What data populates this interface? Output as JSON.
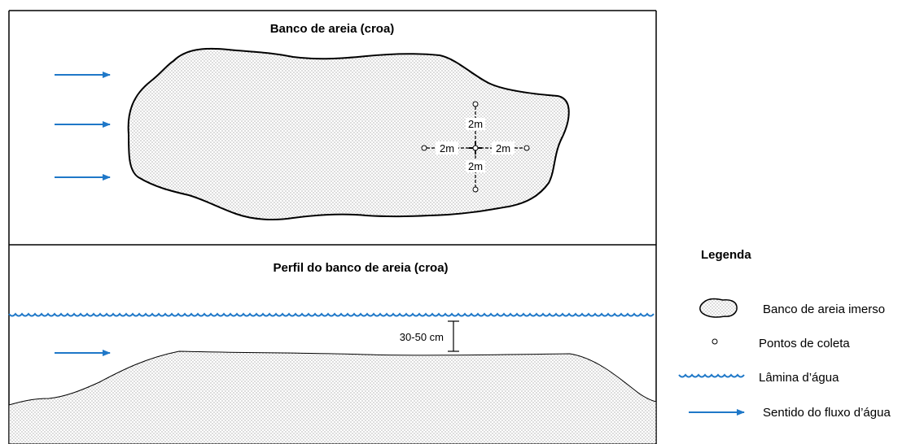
{
  "top_panel": {
    "title": "Banco de areia (croa)",
    "spacing_labels": [
      "2m",
      "2m",
      "2m",
      "2m"
    ]
  },
  "profile_panel": {
    "title": "Perfil do banco de areia (croa)",
    "depth_label": "30-50 cm"
  },
  "legend": {
    "title": "Legenda",
    "items": [
      {
        "icon": "sandbank-icon",
        "label": "Banco de areia imerso"
      },
      {
        "icon": "sampling-point-icon",
        "label": "Pontos de coleta"
      },
      {
        "icon": "water-surface-icon",
        "label": "Lâmina d’água"
      },
      {
        "icon": "flow-arrow-icon",
        "label": "Sentido do fluxo d’água"
      }
    ]
  },
  "colors": {
    "water": "#1f78c8",
    "arrow": "#1f78c8",
    "outline": "#000000",
    "sand_dot": "#555555"
  }
}
